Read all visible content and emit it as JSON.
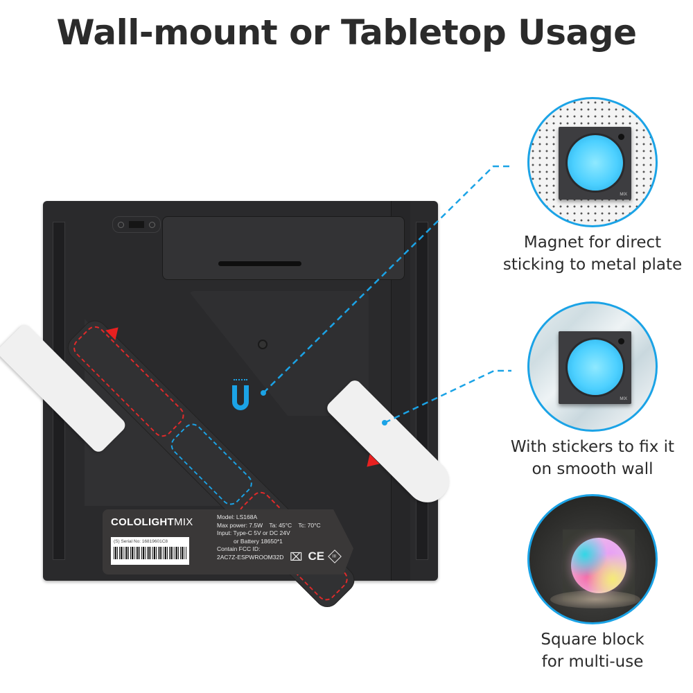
{
  "title": "Wall-mount or Tabletop Usage",
  "device": {
    "label": {
      "brand_bold": "COLOLIGHT",
      "brand_light": "MIX",
      "serial": "(S) Serial No: 16819601C8",
      "specs": [
        "Model: LS168A",
        "Max power: 7.5W    Ta: 45°C    Tc: 70°C",
        "Input: Type-C 5V or DC 24V",
        "or Battery 18650*1",
        "Contain FCC ID:",
        "2AC7Z-ESPWROOM32D"
      ],
      "cert_weee": "⌧",
      "cert_ce": "CE",
      "cert_class": "III"
    },
    "zones": {
      "adhesive_color": "#e02a2a",
      "magnet_color": "#1ba3e6"
    }
  },
  "features": [
    {
      "caption_line1": "Magnet for direct",
      "caption_line2": "sticking to metal plate",
      "background": "perforated-metal-plate",
      "device_mark": "MIX"
    },
    {
      "caption_line1": "With stickers to fix it",
      "caption_line2": "on smooth wall",
      "background": "marble-wall",
      "device_mark": "MIX"
    },
    {
      "caption_line1": "Square block",
      "caption_line2": "for multi-use",
      "background": "dark-room-tabletop"
    }
  ],
  "colors": {
    "accent_blue": "#1ba3e6",
    "arrow_red": "#e82020",
    "title_text": "#2b2b2b"
  }
}
